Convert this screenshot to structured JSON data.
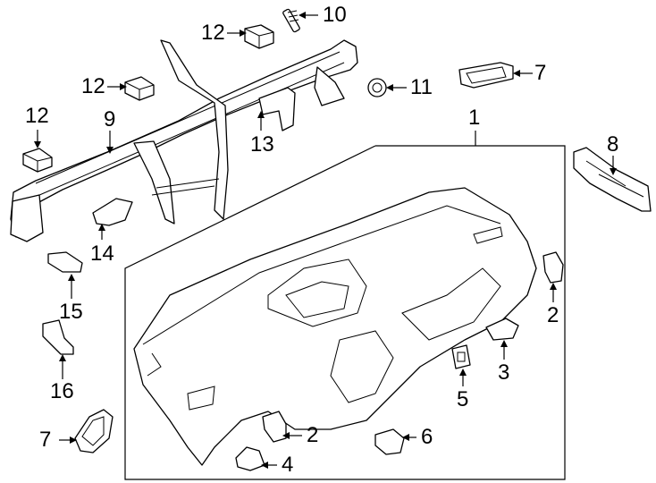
{
  "callouts": {
    "c1": "1",
    "c2a": "2",
    "c2b": "2",
    "c3": "3",
    "c4": "4",
    "c5": "5",
    "c6": "6",
    "c7a": "7",
    "c7b": "7",
    "c8": "8",
    "c9": "9",
    "c10": "10",
    "c11": "11",
    "c12a": "12",
    "c12b": "12",
    "c12c": "12",
    "c13": "13",
    "c14": "14",
    "c15": "15",
    "c16": "16"
  }
}
